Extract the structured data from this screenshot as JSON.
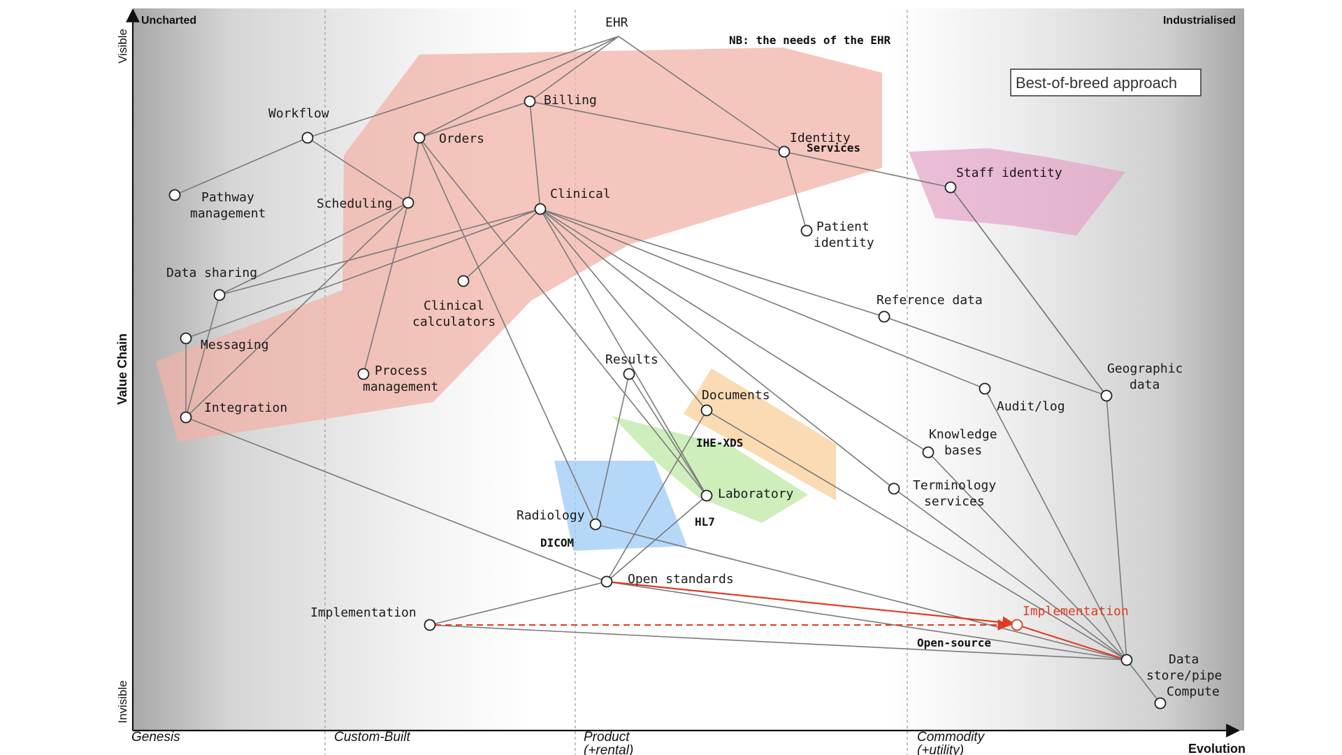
{
  "corners": {
    "top_left": "Uncharted",
    "top_right": "Industrialised"
  },
  "axes": {
    "y_title": "Value Chain",
    "y_top": "Visible",
    "y_bottom": "Invisible",
    "x_title": "Evolution"
  },
  "stages": {
    "genesis": "Genesis",
    "custom": "Custom-Built",
    "product_1": "Product",
    "product_2": "(+rental)",
    "commodity_1": "Commodity",
    "commodity_2": "(+utility)"
  },
  "legend": {
    "text": "Best-of-breed approach"
  },
  "annotations": {
    "nb": "NB: the needs of the EHR",
    "identity_services": "Services",
    "ihe_xds": "IHE-XDS",
    "hl7": "HL7",
    "dicom": "DICOM",
    "open_source": "Open-source"
  },
  "nodes": {
    "ehr": "EHR",
    "workflow": "Workflow",
    "billing": "Billing",
    "orders": "Orders",
    "identity": "Identity",
    "pathway_1": "Pathway",
    "pathway_2": "management",
    "scheduling": "Scheduling",
    "clinical": "Clinical",
    "staff_identity": "Staff identity",
    "patient_identity_1": "Patient",
    "patient_identity_2": "identity",
    "data_sharing": "Data sharing",
    "clinical_calc_1": "Clinical",
    "clinical_calc_2": "calculators",
    "reference_data": "Reference data",
    "messaging": "Messaging",
    "results": "Results",
    "process_mgmt_1": "Process",
    "process_mgmt_2": "management",
    "geographic_1": "Geographic",
    "geographic_2": "data",
    "documents": "Documents",
    "audit_log": "Audit/log",
    "integration": "Integration",
    "knowledge_1": "Knowledge",
    "knowledge_2": "bases",
    "laboratory": "Laboratory",
    "terminology_1": "Terminology",
    "terminology_2": "services",
    "radiology": "Radiology",
    "open_standards": "Open standards",
    "implementation_left": "Implementation",
    "implementation_right": "Implementation",
    "data_store_1": "Data",
    "data_store_2": "store/pipe",
    "compute": "Compute"
  },
  "colors": {
    "ehr_region": "#f2b3a8",
    "staff_region": "#e6a2c7",
    "documents_region": "#f8cf9a",
    "laboratory_region": "#bde8a6",
    "radiology_region": "#9dcbf5",
    "movement_arrow": "#e03a22"
  }
}
